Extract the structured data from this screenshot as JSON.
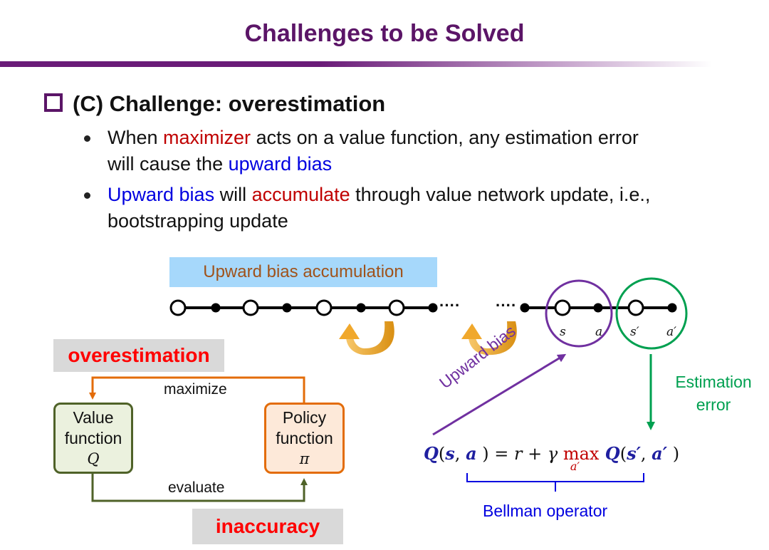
{
  "title": "Challenges to be Solved",
  "heading": "(C) Challenge: overestimation",
  "bullets": [
    {
      "p1": "When ",
      "p2": "maximizer",
      "p3": " acts on a value function, any estimation error",
      "p4": "will cause the ",
      "p5": "upward bias"
    },
    {
      "p1": "Upward bias",
      "p2": " will ",
      "p3": "accumulate",
      "p4": " through value network update, i.e.,",
      "p5": "bootstrapping update"
    }
  ],
  "diagram": {
    "accumulation_label": "Upward bias accumulation",
    "chain_dots": "····",
    "node_labels": [
      "s",
      "a",
      "s′",
      "a′"
    ],
    "overestimation_tag": "overestimation",
    "inaccuracy_tag": "inaccuracy",
    "value_box": {
      "line1": "Value",
      "line2": "function",
      "symbol": "Q"
    },
    "policy_box": {
      "line1": "Policy",
      "line2": "function",
      "symbol": "π"
    },
    "maximize_label": "maximize",
    "evaluate_label": "evaluate",
    "upward_bias_label": "Upward bias",
    "estimation_error_label": [
      "Estimation",
      "error"
    ],
    "bellman_label": "Bellman operator",
    "equation": {
      "lhs_q": "Q",
      "lhs_open": "(",
      "lhs_s": "s",
      "lhs_comma": ", ",
      "lhs_a": "a",
      "lhs_close": " )",
      "mid": " = r + γ ",
      "max": "max",
      "max_sub": "a′",
      "rhs_q": " Q",
      "rhs_open": "(",
      "rhs_s": "s′",
      "rhs_comma": ", ",
      "rhs_a": "a′",
      "rhs_close": " )"
    }
  },
  "colors": {
    "title": "#5b1567",
    "highlight_red": "#c00000",
    "highlight_blue": "#0000e0",
    "purple": "#7030a0",
    "green": "#00a050",
    "orange": "#e36c09",
    "olive": "#4f6228",
    "gold": "#f0a82c"
  }
}
